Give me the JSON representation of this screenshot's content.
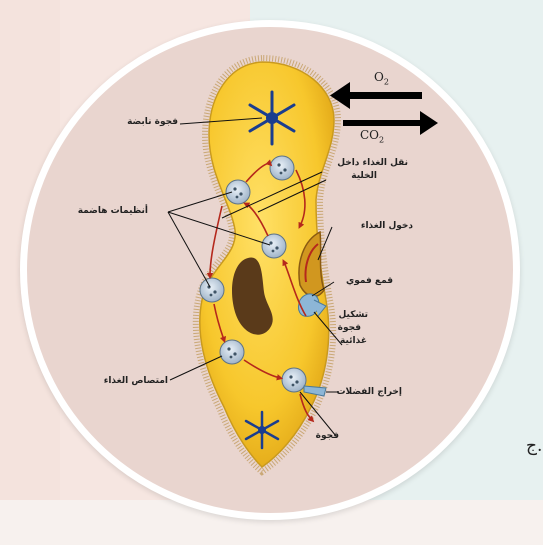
{
  "labels": {
    "contractile_vacuole": "فجوة نابضة",
    "food_transport": "نقل الغذاء داخل",
    "food_transport_2": "الخلية",
    "digestive_enzymes": "أنظيمات هاضمة",
    "food_entry": "دخول الغذاء",
    "oral_groove": "قمع فموي",
    "food_vacuole_formation_1": "تشكيل",
    "food_vacuole_formation_2": "فجوة",
    "food_vacuole_formation_3": "غذائية",
    "food_absorption": "امتصاص الغذاء",
    "waste_excretion": "إخراج الفضلات",
    "vacuole": "فجوة"
  },
  "gas_exchange": {
    "o2": "O",
    "o2_sub": "2",
    "co2": "CO",
    "co2_sub": "2"
  },
  "edge_text": "ج."
}
